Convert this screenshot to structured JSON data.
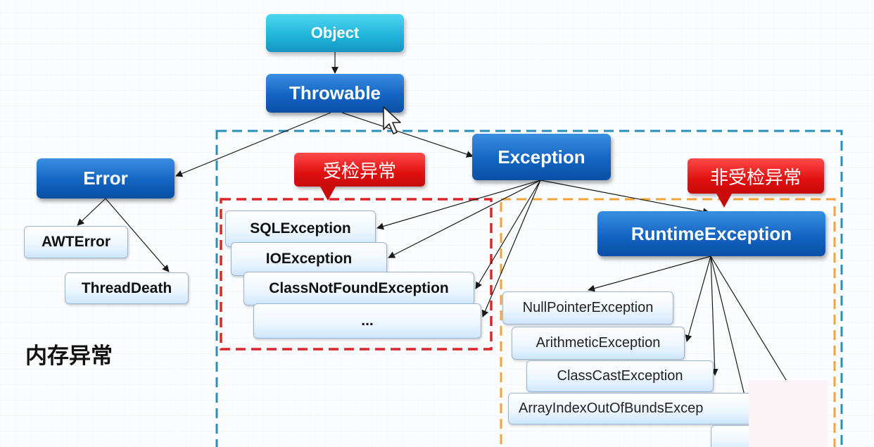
{
  "nodes": {
    "object": "Object",
    "throwable": "Throwable",
    "error": "Error",
    "exception": "Exception",
    "awt_error": "AWTError",
    "thread_death": "ThreadDeath",
    "sql_exception": "SQLException",
    "io_exception": "IOException",
    "class_not_found": "ClassNotFoundException",
    "checked_more": "...",
    "runtime_exception": "RuntimeException",
    "null_pointer": "NullPointerException",
    "arithmetic": "ArithmeticException",
    "class_cast": "ClassCastException",
    "array_index": "ArrayIndexOutOfBundsExcep"
  },
  "labels": {
    "checked": "受检异常",
    "unchecked": "非受检异常",
    "memory": "内存异常"
  },
  "colors": {
    "root_node": "#1fb2da",
    "class_node": "#1464c2",
    "checked_border": "#d9262a",
    "unchecked_border": "#f0a53a",
    "exception_group_border": "#2a8fb8",
    "callout": "#e01010"
  },
  "icons": {
    "cursor": "mouse-pointer-icon"
  }
}
